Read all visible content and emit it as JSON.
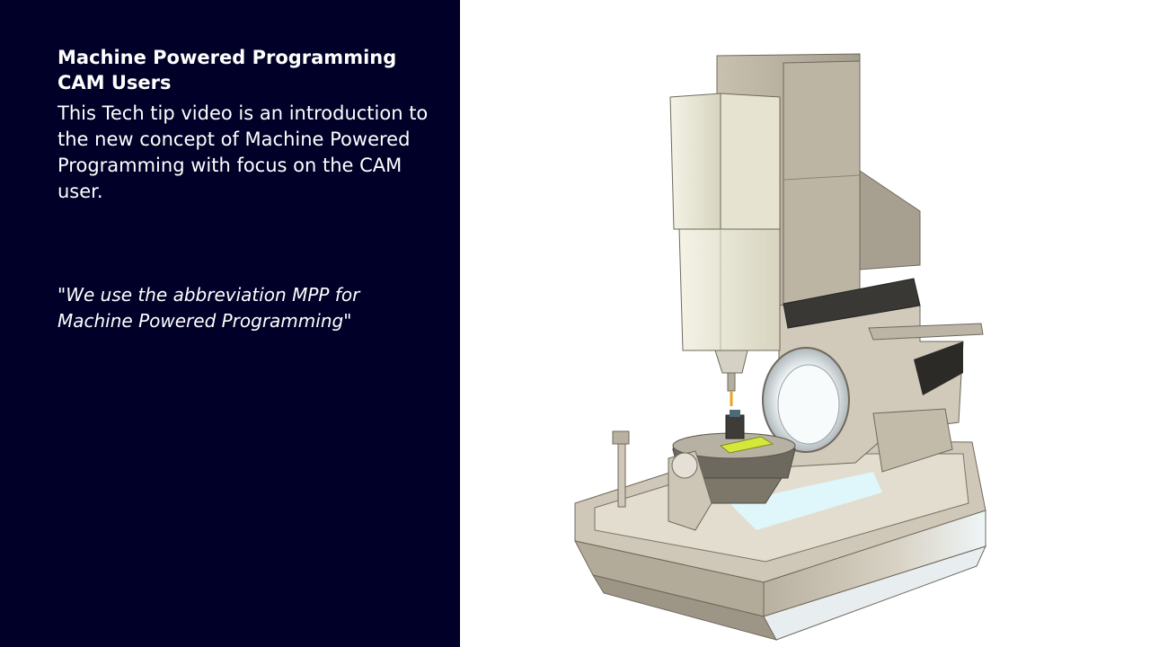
{
  "slide": {
    "title_line1": "Machine Powered Programming",
    "title_line2": "CAM Users",
    "description": "This Tech tip video is an introduction to the new concept of Machine Powered Programming with focus on the CAM user.",
    "quote": "\"We use the abbreviation MPP for Machine Powered Programming\""
  },
  "colors": {
    "panel_background": "#000028",
    "text": "#ffffff",
    "machine_body": "#d9d2c2",
    "machine_shadow": "#8c8475",
    "machine_cream": "#ecebd8",
    "coolant_glow": "#dff6fa"
  },
  "illustration": {
    "icon": "cnc-machine-illustration"
  }
}
